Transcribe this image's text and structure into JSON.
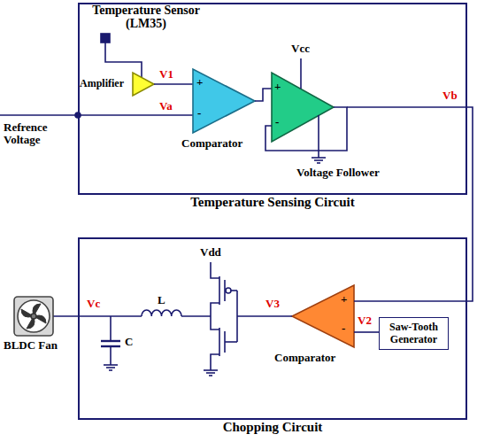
{
  "diagram": {
    "nodes": [
      {
        "text": [
          "Temperature Sensing Circuit"
        ]
      },
      {
        "text": [
          "Chopping Circuit"
        ]
      },
      {
        "text": [
          "Saw-Tooth Generator"
        ],
        "in": 1
      }
    ],
    "edges": [
      {
        "from": 0,
        "to": 1,
        "arrow": "none"
      }
    ],
    "labels": [
      "Temperature Sensor (LM35)",
      "Amplifier",
      "V1",
      "Va",
      "+",
      "-",
      "Comparator",
      "Vcc",
      "+",
      "-",
      "Voltage Follower",
      "Vb",
      "Refrence Voltage",
      "Vdd",
      "V3",
      "V2",
      "+",
      "-",
      "Comparator",
      "Vc",
      "BLDC Fan",
      "L",
      "C"
    ]
  }
}
